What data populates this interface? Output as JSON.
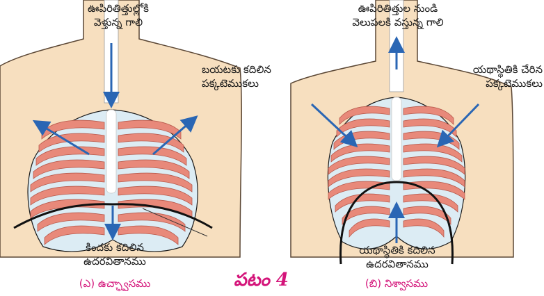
{
  "figure": {
    "title": "పటం 4",
    "inhale": {
      "caption": "(ఎ) ఉచ్ఛ్వాసము",
      "air_label": [
        "ఊపిరితిత్తుల్లోకి",
        "వెళ్తున్న గాలి"
      ],
      "ribs_label": [
        "బయటకు కదిలిన",
        "పక్కటెముకలు"
      ],
      "diaphragm_label": [
        "కిందకు కదిలిన",
        "ఉదరవితానము"
      ]
    },
    "exhale": {
      "caption": "(బి) నిశ్వాసము",
      "air_label": [
        "ఊపిరితిత్తుల నుండి",
        "వెలుపలకి వస్తున్న గాలి"
      ],
      "ribs_label": [
        "యథాస్థితికి చేరిన",
        "పక్కటెముకలు"
      ],
      "diaphragm_label": [
        "యథాస్థితికి కదిలిన",
        "ఉదరవితానము"
      ]
    }
  },
  "colors": {
    "skin": "#f7dfbf",
    "skin_outline": "#5a4634",
    "lung_fill": "#dcecf4",
    "rib": "#e8897a",
    "bone": "#ffffff",
    "arrow": "#2a66b4",
    "caption": "#d4147a",
    "outline": "#1a1a1a"
  },
  "icons": [
    "up-arrow-icon",
    "down-arrow-icon",
    "outward-arrow-icon",
    "inward-arrow-icon"
  ]
}
